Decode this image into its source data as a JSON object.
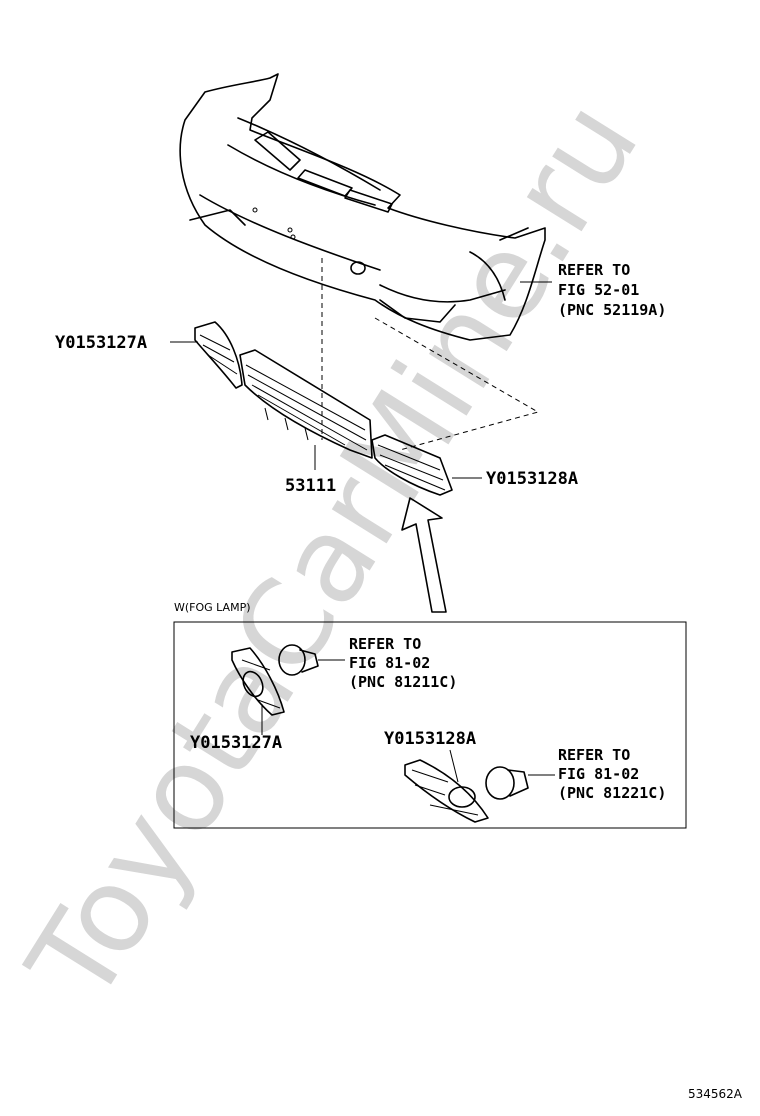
{
  "watermark": "ToyotaCarMine.ru",
  "labels": {
    "bumper_ref": [
      "REFER TO",
      "FIG 52-01",
      "(PNC 52119A)"
    ],
    "left_grille_top": "Y0153127A",
    "center_grille": "53111",
    "right_grille_top": "Y0153128A"
  },
  "fog_box": {
    "title": "W(FOG LAMP)",
    "left_ref": [
      "REFER TO",
      "FIG 81-02",
      "(PNC 81211C)"
    ],
    "left_grille": "Y0153127A",
    "right_grille": "Y0153128A",
    "right_ref": [
      "REFER TO",
      "FIG 81-02",
      "(PNC 81221C)"
    ]
  },
  "figure_id": "534562A"
}
